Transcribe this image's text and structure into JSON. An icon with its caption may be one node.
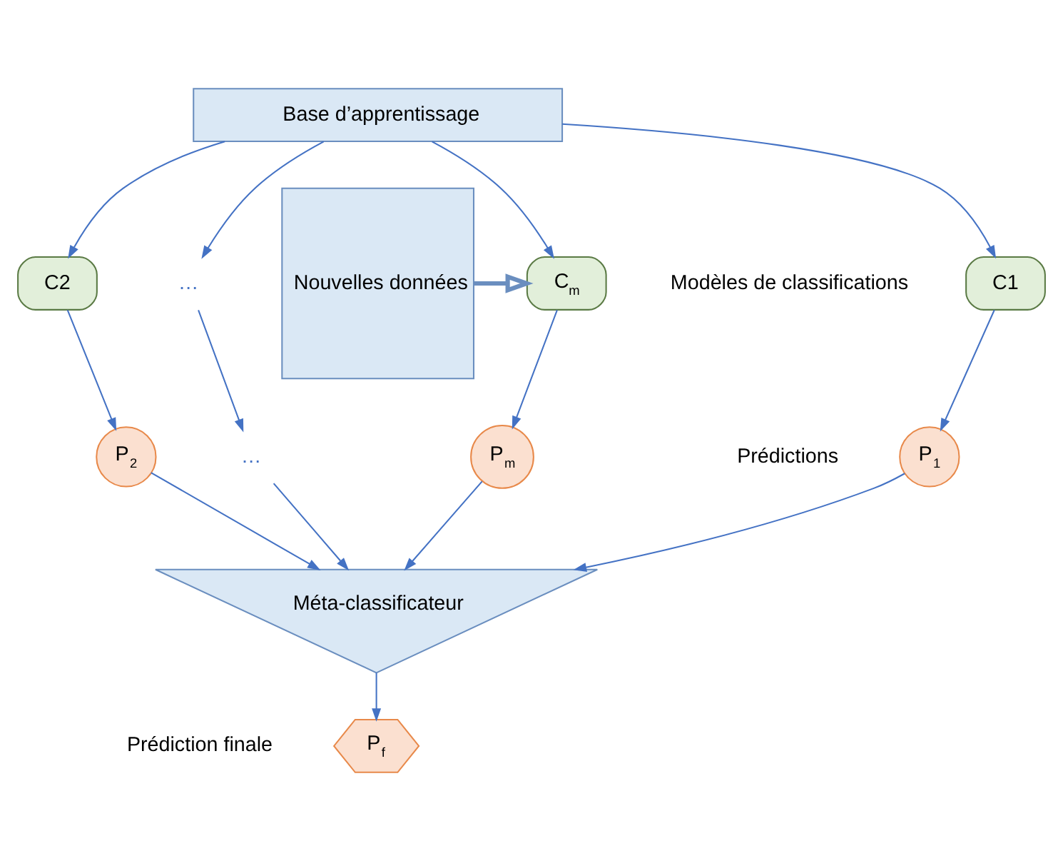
{
  "diagram": {
    "nodes": [
      {
        "text": [
          "Base d’apprentissage"
        ]
      },
      {
        "text": [
          "C1"
        ]
      },
      {
        "text": [
          "C2"
        ]
      },
      {
        "text": [
          "…"
        ]
      },
      {
        "text": [
          "C$_{m}$"
        ]
      },
      {
        "text": [
          "Nouvelles données"
        ]
      },
      {
        "text": [
          "P$_{1}$"
        ]
      },
      {
        "text": [
          "P$_{2}$"
        ]
      },
      {
        "text": [
          "…"
        ]
      },
      {
        "text": [
          "P$_{m}$"
        ]
      },
      {
        "text": [
          "Méta-classificateur"
        ]
      },
      {
        "text": [
          "P$_{f}$"
        ]
      }
    ],
    "edges": [
      {
        "from": 0,
        "to": 1,
        "arrow": "to"
      },
      {
        "from": 0,
        "to": 2,
        "arrow": "to"
      },
      {
        "from": 0,
        "to": 3,
        "arrow": "to"
      },
      {
        "from": 0,
        "to": 4,
        "arrow": "to"
      },
      {
        "from": 5,
        "to": 4,
        "arrow": "to",
        "style": "thick"
      },
      {
        "from": 1,
        "to": 6,
        "arrow": "to"
      },
      {
        "from": 2,
        "to": 7,
        "arrow": "to"
      },
      {
        "from": 3,
        "to": 8,
        "arrow": "to"
      },
      {
        "from": 4,
        "to": 9,
        "arrow": "to"
      },
      {
        "from": 6,
        "to": 10,
        "arrow": "to"
      },
      {
        "from": 7,
        "to": 10,
        "arrow": "to"
      },
      {
        "from": 8,
        "to": 10,
        "arrow": "to"
      },
      {
        "from": 9,
        "to": 10,
        "arrow": "to"
      },
      {
        "from": 10,
        "to": 11,
        "arrow": "to"
      }
    ],
    "labels": [
      "Modèles de classifications",
      "Prédictions",
      "Prédiction finale"
    ]
  }
}
